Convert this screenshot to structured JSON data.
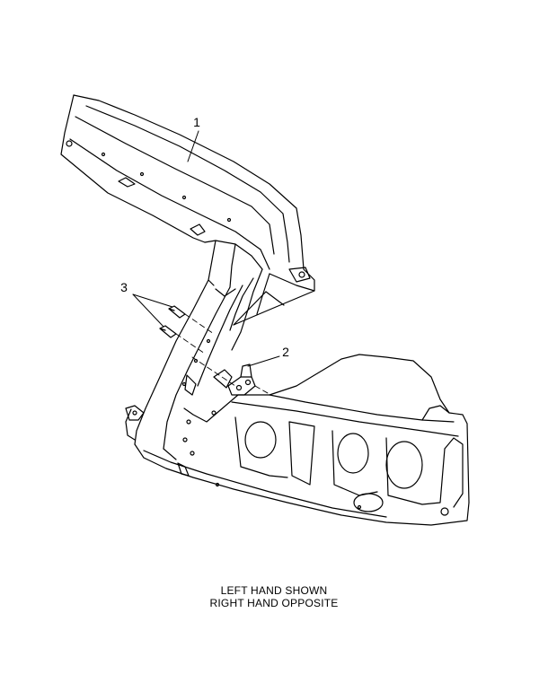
{
  "callouts": {
    "part_1": "1",
    "part_2": "2",
    "part_3": "3"
  },
  "caption": {
    "line1": "LEFT HAND SHOWN",
    "line2": "RIGHT HAND OPPOSITE"
  }
}
